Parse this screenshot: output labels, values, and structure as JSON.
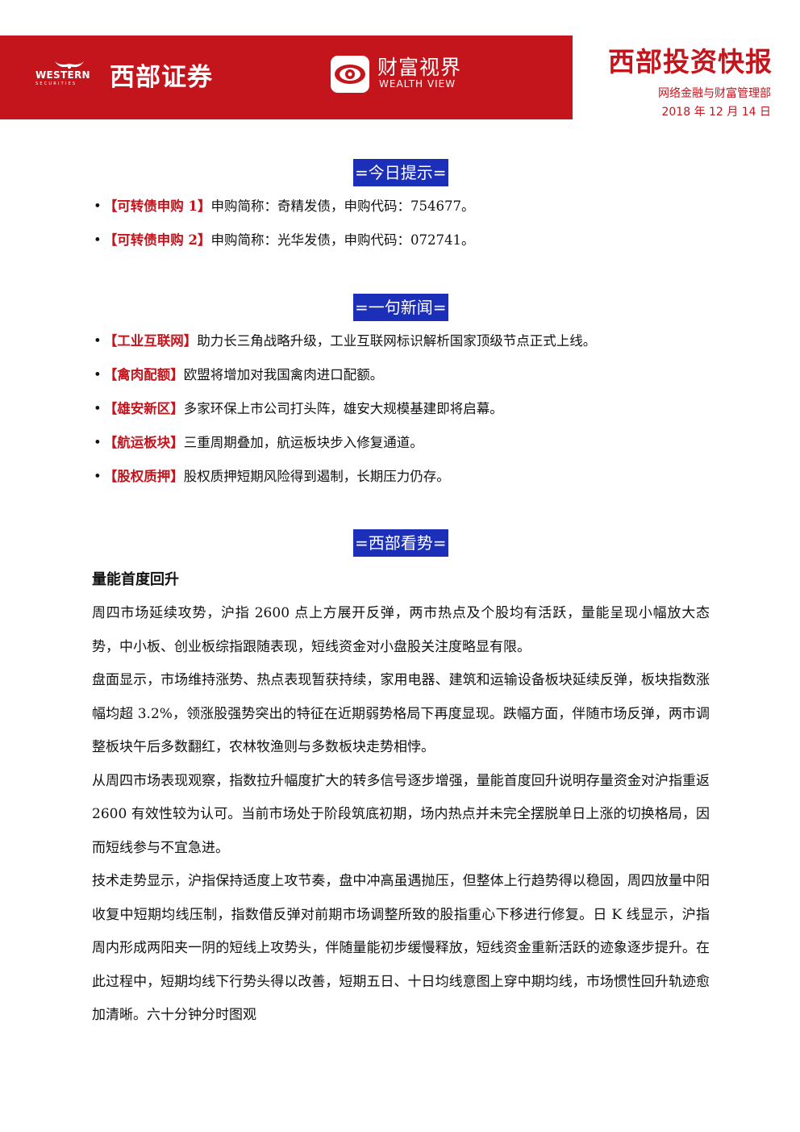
{
  "header": {
    "logo_wordmark": "WESTERN",
    "logo_sub": "SECURITIES",
    "company_name": "西部证券",
    "wealth_view_cn": "财富视界",
    "wealth_view_en": "WEALTH VIEW",
    "report_title": "西部投资快报",
    "department": "网络金融与财富管理部",
    "date": "2018 年 12 月 14 日",
    "colors": {
      "brand_red": "#c4141c",
      "section_blue": "#1c2fb8"
    }
  },
  "sections": {
    "today_tips": {
      "title": "=今日提示=",
      "items": [
        {
          "label": "【可转债申购 1】",
          "text": "申购简称：奇精发债，申购代码：754677。"
        },
        {
          "label": "【可转债申购 2】",
          "text": "申购简称：光华发债，申购代码：072741。"
        }
      ]
    },
    "news": {
      "title": "=一句新闻=",
      "items": [
        {
          "label": "【工业互联网】",
          "text": "助力长三角战略升级，工业互联网标识解析国家顶级节点正式上线。"
        },
        {
          "label": "【禽肉配额】",
          "text": "欧盟将增加对我国禽肉进口配额。"
        },
        {
          "label": "【雄安新区】",
          "text": "多家环保上市公司打头阵，雄安大规模基建即将启幕。"
        },
        {
          "label": "【航运板块】",
          "text": "三重周期叠加，航运板块步入修复通道。"
        },
        {
          "label": "【股权质押】",
          "text": "股权质押短期风险得到遏制，长期压力仍存。"
        }
      ]
    },
    "outlook": {
      "title": "=西部看势=",
      "heading": "量能首度回升",
      "paragraphs": [
        "周四市场延续攻势，沪指 2600 点上方展开反弹，两市热点及个股均有活跃，量能呈现小幅放大态势，中小板、创业板综指跟随表现，短线资金对小盘股关注度略显有限。",
        "盘面显示，市场维持涨势、热点表现暂获持续，家用电器、建筑和运输设备板块延续反弹，板块指数涨幅均超 3.2%，领涨股强势突出的特征在近期弱势格局下再度显现。跌幅方面，伴随市场反弹，两市调整板块午后多数翻红，农林牧渔则与多数板块走势相悖。",
        "从周四市场表现观察，指数拉升幅度扩大的转多信号逐步增强，量能首度回升说明存量资金对沪指重返 2600 有效性较为认可。当前市场处于阶段筑底初期，场内热点并未完全摆脱单日上涨的切换格局，因而短线参与不宜急进。",
        "技术走势显示，沪指保持适度上攻节奏，盘中冲高虽遇抛压，但整体上行趋势得以稳固，周四放量中阳收复中短期均线压制，指数借反弹对前期市场调整所致的股指重心下移进行修复。日 K 线显示，沪指周内形成两阳夹一阴的短线上攻势头，伴随量能初步缓慢释放，短线资金重新活跃的迹象逐步提升。在此过程中，短期均线下行势头得以改善，短期五日、十日均线意图上穿中期均线，市场惯性回升轨迹愈加清晰。六十分钟分时图观"
      ]
    }
  }
}
